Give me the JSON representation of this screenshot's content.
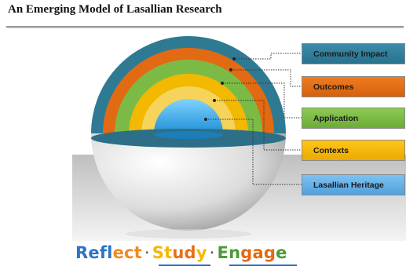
{
  "title": "An Emerging Model of Lasallian Research",
  "layers": [
    {
      "label": "Community Impact",
      "color": "#2f7a93"
    },
    {
      "label": "Outcomes",
      "color": "#e26a12"
    },
    {
      "label": "Application",
      "color": "#7bbb45"
    },
    {
      "label": "Contexts",
      "color": "#f3b800"
    },
    {
      "label": "Lasallian Heritage",
      "color": "#5aaee6"
    }
  ],
  "tagline": {
    "reflect": {
      "text": "Reflect",
      "parts": [
        "Refl",
        "ect"
      ],
      "colors": [
        "#2b73c9",
        "#f08a1c"
      ]
    },
    "sep1": "·",
    "study": {
      "text": "Study",
      "parts": [
        "St",
        "ud",
        "y"
      ],
      "colors": [
        "#f3b800",
        "#e86f18",
        "#f3b800"
      ]
    },
    "sep2": "·",
    "engage": {
      "text": "Engage",
      "parts": [
        "En",
        "gag",
        "e"
      ],
      "colors": [
        "#4b9a3a",
        "#e26a12",
        "#4b9a3a"
      ]
    }
  }
}
